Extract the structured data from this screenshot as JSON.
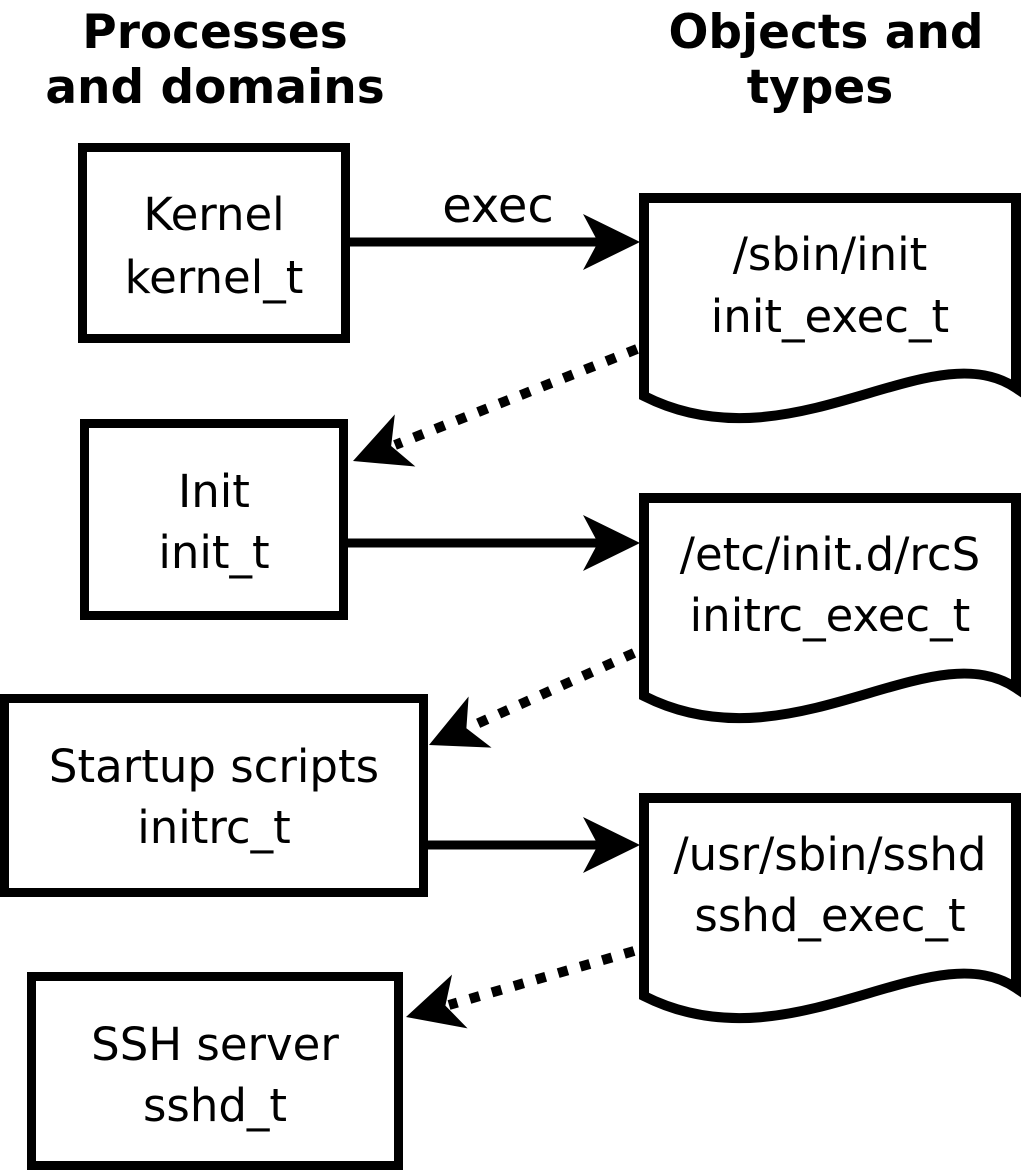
{
  "diagram": {
    "title_columns": {
      "left": [
        "Processes",
        "and domains"
      ],
      "right": [
        "Objects and",
        "types"
      ]
    },
    "process_nodes": [
      {
        "name": "Kernel",
        "domain": "kernel_t"
      },
      {
        "name": "Init",
        "domain": "init_t"
      },
      {
        "name": "Startup scripts",
        "domain": "initrc_t"
      },
      {
        "name": "SSH server",
        "domain": "sshd_t"
      }
    ],
    "object_nodes": [
      {
        "path": "/sbin/init",
        "type": "init_exec_t"
      },
      {
        "path": "/etc/init.d/rcS",
        "type": "initrc_exec_t"
      },
      {
        "path": "/usr/sbin/sshd",
        "type": "sshd_exec_t"
      }
    ],
    "edges": [
      {
        "from": "kernel_t",
        "to": "init_exec_t",
        "style": "solid",
        "label": "exec"
      },
      {
        "from": "init_exec_t",
        "to": "init_t",
        "style": "dotted",
        "label": ""
      },
      {
        "from": "init_t",
        "to": "initrc_exec_t",
        "style": "solid",
        "label": ""
      },
      {
        "from": "initrc_exec_t",
        "to": "initrc_t",
        "style": "dotted",
        "label": ""
      },
      {
        "from": "initrc_t",
        "to": "sshd_exec_t",
        "style": "solid",
        "label": ""
      },
      {
        "from": "sshd_exec_t",
        "to": "sshd_t",
        "style": "dotted",
        "label": ""
      }
    ],
    "colors": {
      "foreground": "#000000",
      "background": "#ffffff"
    }
  }
}
